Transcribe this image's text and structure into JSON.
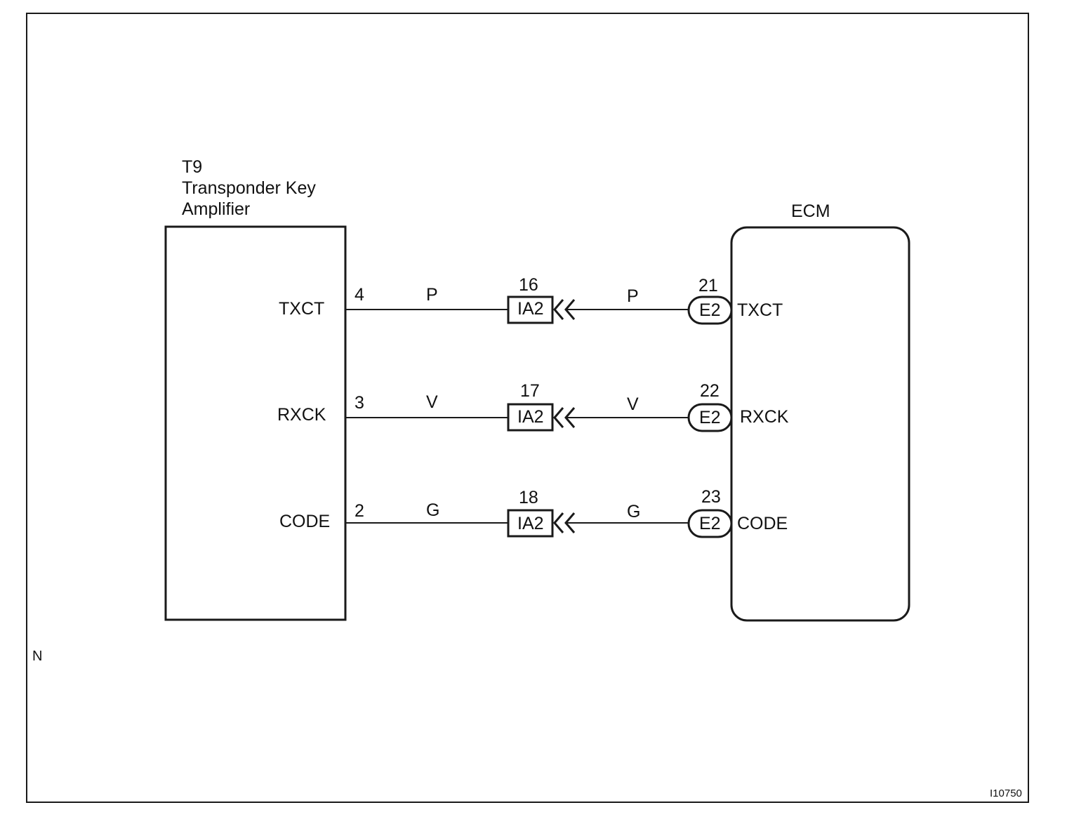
{
  "left_component": {
    "code": "T9",
    "name_line1": "Transponder Key",
    "name_line2": "Amplifier"
  },
  "right_component": {
    "name": "ECM"
  },
  "rows": [
    {
      "left_signal": "TXCT",
      "left_pin": "4",
      "wire_color_left": "P",
      "junction_pin": "16",
      "junction_connector": "IA2",
      "wire_color_right": "P",
      "ecm_pin": "21",
      "ecm_connector": "E2",
      "right_signal": "TXCT"
    },
    {
      "left_signal": "RXCK",
      "left_pin": "3",
      "wire_color_left": "V",
      "junction_pin": "17",
      "junction_connector": "IA2",
      "wire_color_right": "V",
      "ecm_pin": "22",
      "ecm_connector": "E2",
      "right_signal": "RXCK"
    },
    {
      "left_signal": "CODE",
      "left_pin": "2",
      "wire_color_left": "G",
      "junction_pin": "18",
      "junction_connector": "IA2",
      "wire_color_right": "G",
      "ecm_pin": "23",
      "ecm_connector": "E2",
      "right_signal": "CODE"
    }
  ],
  "corner_mark": "N",
  "figure_id": "I10750"
}
